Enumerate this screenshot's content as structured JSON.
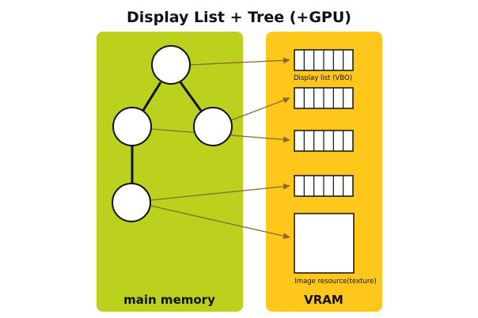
{
  "title": "Display List + Tree (+GPU)",
  "panels": {
    "main_memory": {
      "label": "main memory",
      "color": "#bbd11e"
    },
    "vram": {
      "label": "VRAM",
      "color": "#ffc71c"
    }
  },
  "labels": {
    "display_list": "Display list (VBO)",
    "image_resource": "Image resource(texture)"
  },
  "colors": {
    "arrow": "#8a6a2e",
    "edge": "#111111",
    "node_fill": "#ffffff",
    "node_stroke": "#111111"
  }
}
